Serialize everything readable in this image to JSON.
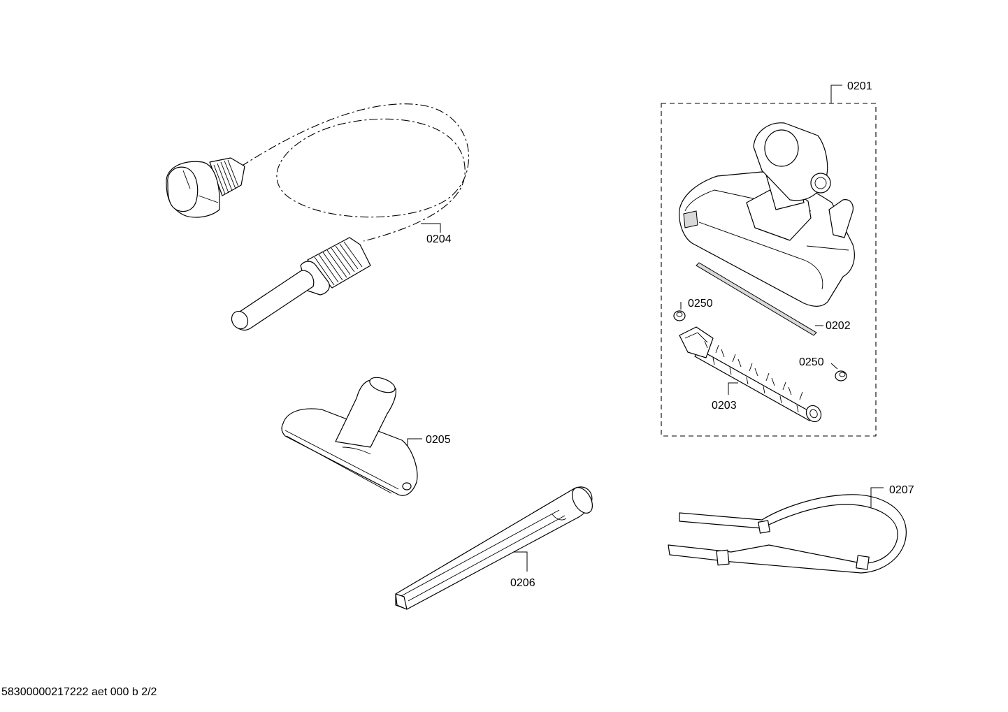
{
  "labels": {
    "p0201": "0201",
    "p0202": "0202",
    "p0203": "0203",
    "p0204": "0204",
    "p0205": "0205",
    "p0206": "0206",
    "p0207": "0207",
    "p0250a": "0250",
    "p0250b": "0250"
  },
  "footer": {
    "text": "58300000217222 aet 000 b 2/2"
  }
}
